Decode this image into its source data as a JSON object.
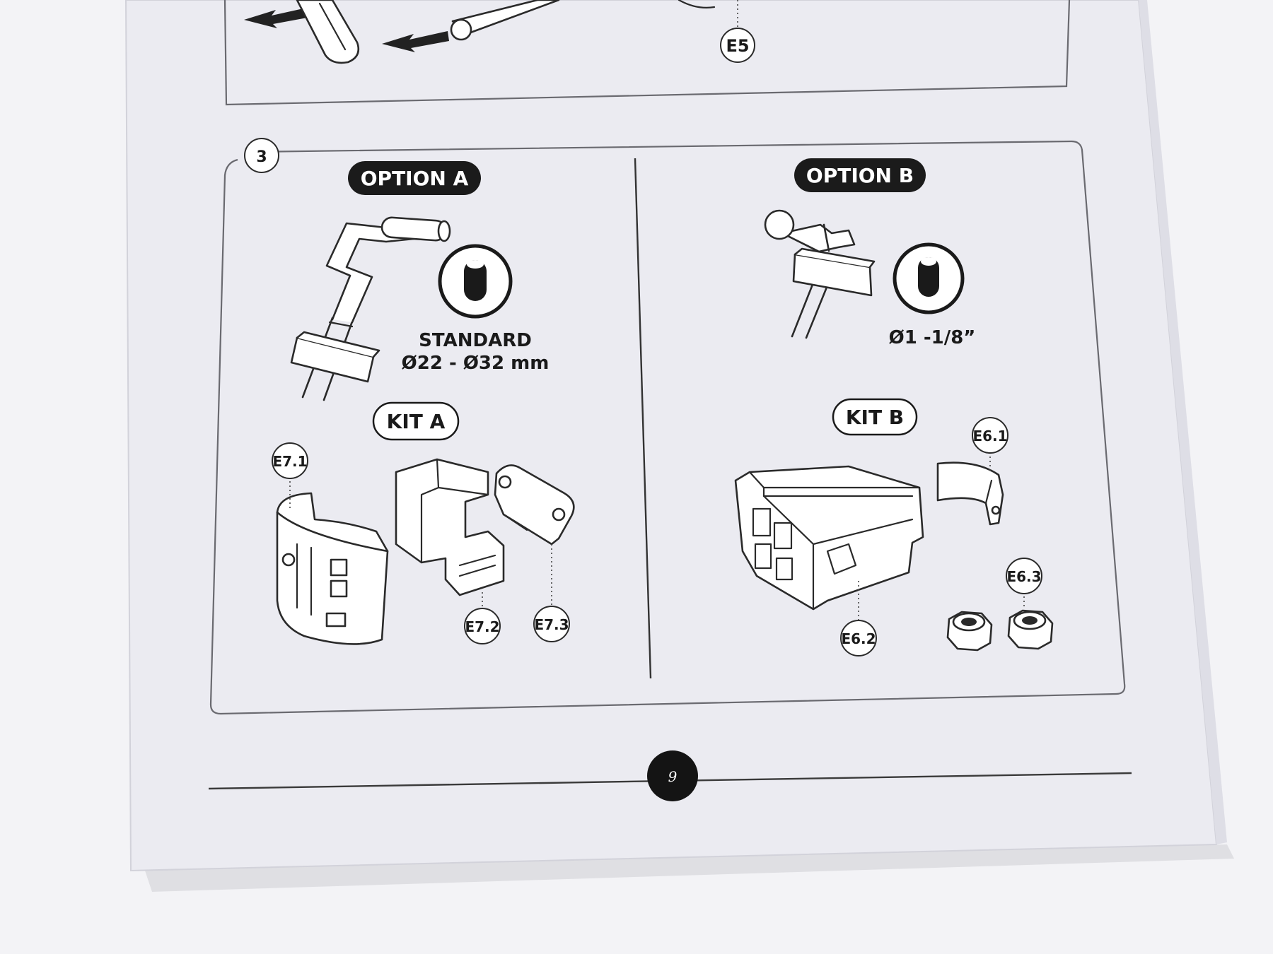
{
  "top_panel": {
    "callout": "E5"
  },
  "step": {
    "number": "3",
    "option_a": {
      "title": "OPTION A",
      "spec_line1": "STANDARD",
      "spec_line2": "Ø22 - Ø32 mm",
      "kit_label": "KIT A",
      "parts": [
        "E7.1",
        "E7.2",
        "E7.3"
      ]
    },
    "option_b": {
      "title": "OPTION B",
      "spec_line1": "Ø1 -1/8”",
      "kit_label": "KIT B",
      "parts": [
        "E6.1",
        "E6.2",
        "E6.3"
      ]
    }
  },
  "footer": {
    "page_number": "9"
  },
  "colors": {
    "paper": "#ebebf1",
    "ink": "#1a1a1a",
    "pill": "#1b1b1b",
    "background": "#f3f3f6"
  }
}
